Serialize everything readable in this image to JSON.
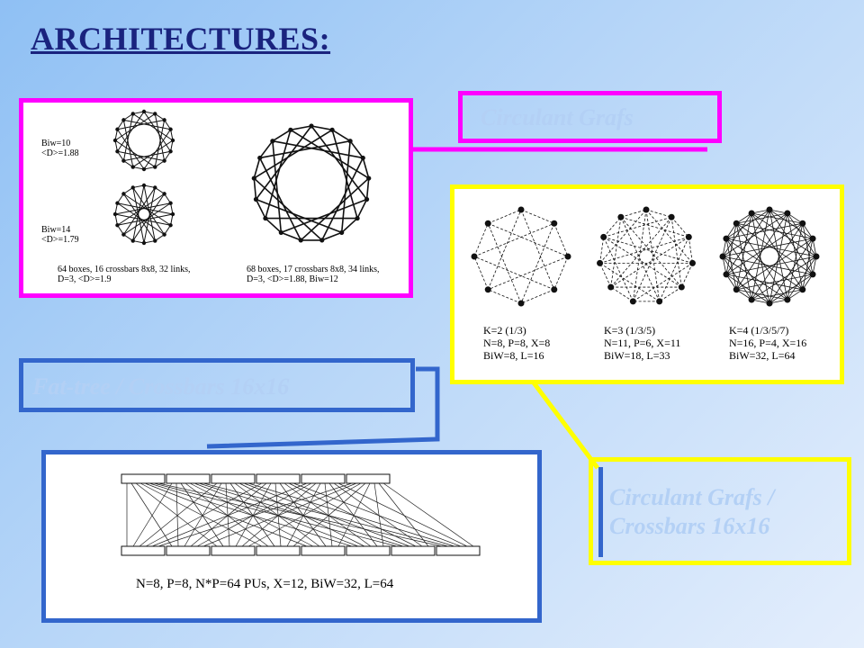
{
  "title": "ARCHITECTURES:",
  "colors": {
    "magenta": "#ff00ff",
    "yellow": "#ffff00",
    "blue": "#3366cc",
    "title": "#1a237e"
  },
  "callouts": {
    "circulant": "Circulant Grafs",
    "fat_tree": "Fat-tree / Crossbars 16x16",
    "circ_cross_line1": "Circulant Grafs /",
    "circ_cross_line2": "Crossbars 16x16"
  },
  "magenta_fig": {
    "small_top": "Biw=10\n<D>=1.88",
    "small_bottom": "Biw=14\n<D>=1.79",
    "caption_left": "64 boxes, 16 crossbars 8x8, 32 links,\nD=3, <D>=1.9",
    "caption_right": "68 boxes, 17 crossbars 8x8, 34 links,\nD=3, <D>=1.88, Biw=12"
  },
  "yellow_fig": {
    "cap1": "K=2 (1/3)\nN=8, P=8, X=8\nBiW=8, L=16",
    "cap2": "K=3 (1/3/5)\nN=11, P=6, X=11\nBiW=18, L=33",
    "cap3": "K=4 (1/3/5/7)\nN=16, P=4, X=16\nBiW=32, L=64"
  },
  "blue_fig": {
    "caption": "N=8, P=8, N*P=64 PUs, X=12, BiW=32, L=64"
  }
}
